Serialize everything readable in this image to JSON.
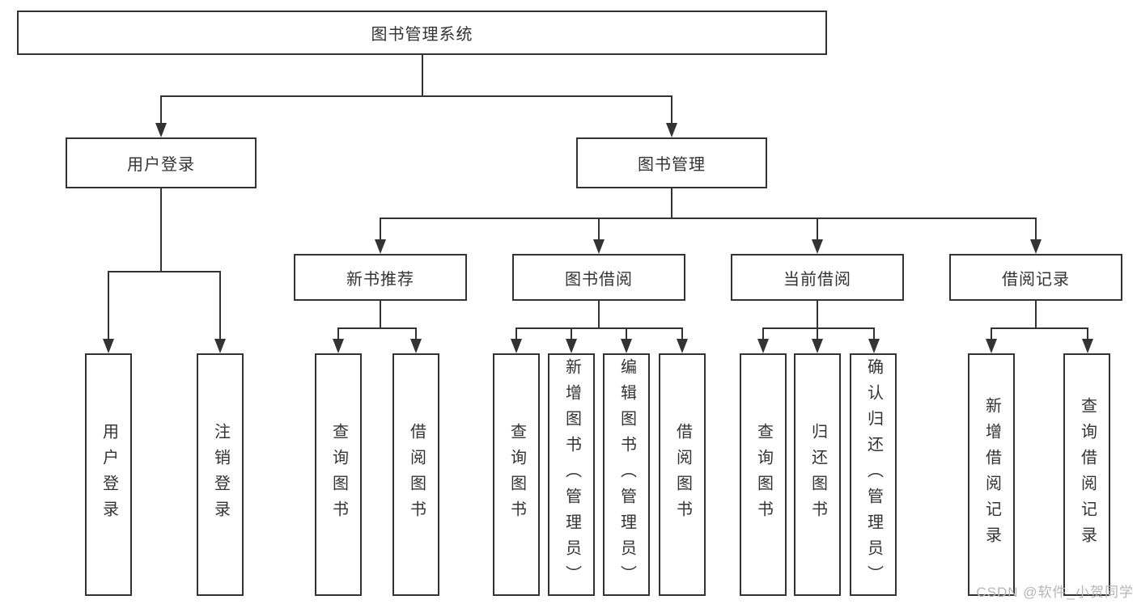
{
  "diagram": {
    "title": "图书管理系统",
    "watermark": "CSDN @软件_小贺同学",
    "colors": {
      "line": "#333333",
      "text": "#333333",
      "box_background": "#ffffff",
      "watermark": "#b5b5b5",
      "background": "#ffffff"
    },
    "nodes": {
      "root": "图书管理系统",
      "user_login": "用户登录",
      "book_mgmt": "图书管理",
      "new_book_rec": "新书推荐",
      "book_borrow": "图书借阅",
      "current_borrow": "当前借阅",
      "borrow_record": "借阅记录",
      "leaf_user_login": "用户登录",
      "leaf_logout": "注销登录",
      "leaf_rec_query_book": "查询图书",
      "leaf_rec_borrow_book": "借阅图书",
      "leaf_bor_query_book": "查询图书",
      "leaf_bor_add_book": "新增图书（管理员）",
      "leaf_bor_edit_book": "编辑图书（管理员）",
      "leaf_bor_borrow_book": "借阅图书",
      "leaf_cur_query_book": "查询图书",
      "leaf_cur_return_book": "归还图书",
      "leaf_cur_confirm_return": "确认归还（管理员）",
      "leaf_rec_add_record": "新增借阅记录",
      "leaf_rec_query_record": "查询借阅记录"
    },
    "edges": [
      "root->user_login",
      "root->book_mgmt",
      "user_login->leaf_user_login",
      "user_login->leaf_logout",
      "book_mgmt->new_book_rec",
      "book_mgmt->book_borrow",
      "book_mgmt->current_borrow",
      "book_mgmt->borrow_record",
      "new_book_rec->leaf_rec_query_book",
      "new_book_rec->leaf_rec_borrow_book",
      "book_borrow->leaf_bor_query_book",
      "book_borrow->leaf_bor_add_book",
      "book_borrow->leaf_bor_edit_book",
      "book_borrow->leaf_bor_borrow_book",
      "current_borrow->leaf_cur_query_book",
      "current_borrow->leaf_cur_return_book",
      "current_borrow->leaf_cur_confirm_return",
      "borrow_record->leaf_rec_add_record",
      "borrow_record->leaf_rec_query_record"
    ]
  }
}
